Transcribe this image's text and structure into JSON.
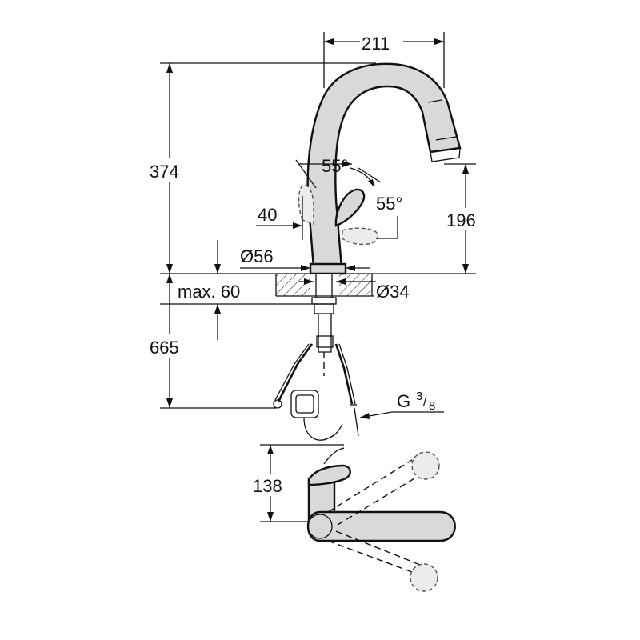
{
  "dimensions": {
    "width_spout": "211",
    "height_total": "374",
    "height_outlet": "196",
    "angle_top": "55°",
    "angle_lever": "55°",
    "offset_lever": "40",
    "diameter_base": "Ø56",
    "deck_thickness": "max. 60",
    "diameter_hole": "Ø34",
    "hose_length": "665",
    "thread_prefix": "G",
    "thread_num": "3",
    "thread_den": "8",
    "plan_depth": "138"
  },
  "colors": {
    "line": "#111111",
    "body_fill": "#d9d9d9",
    "ghost_fill": "#ececec"
  }
}
